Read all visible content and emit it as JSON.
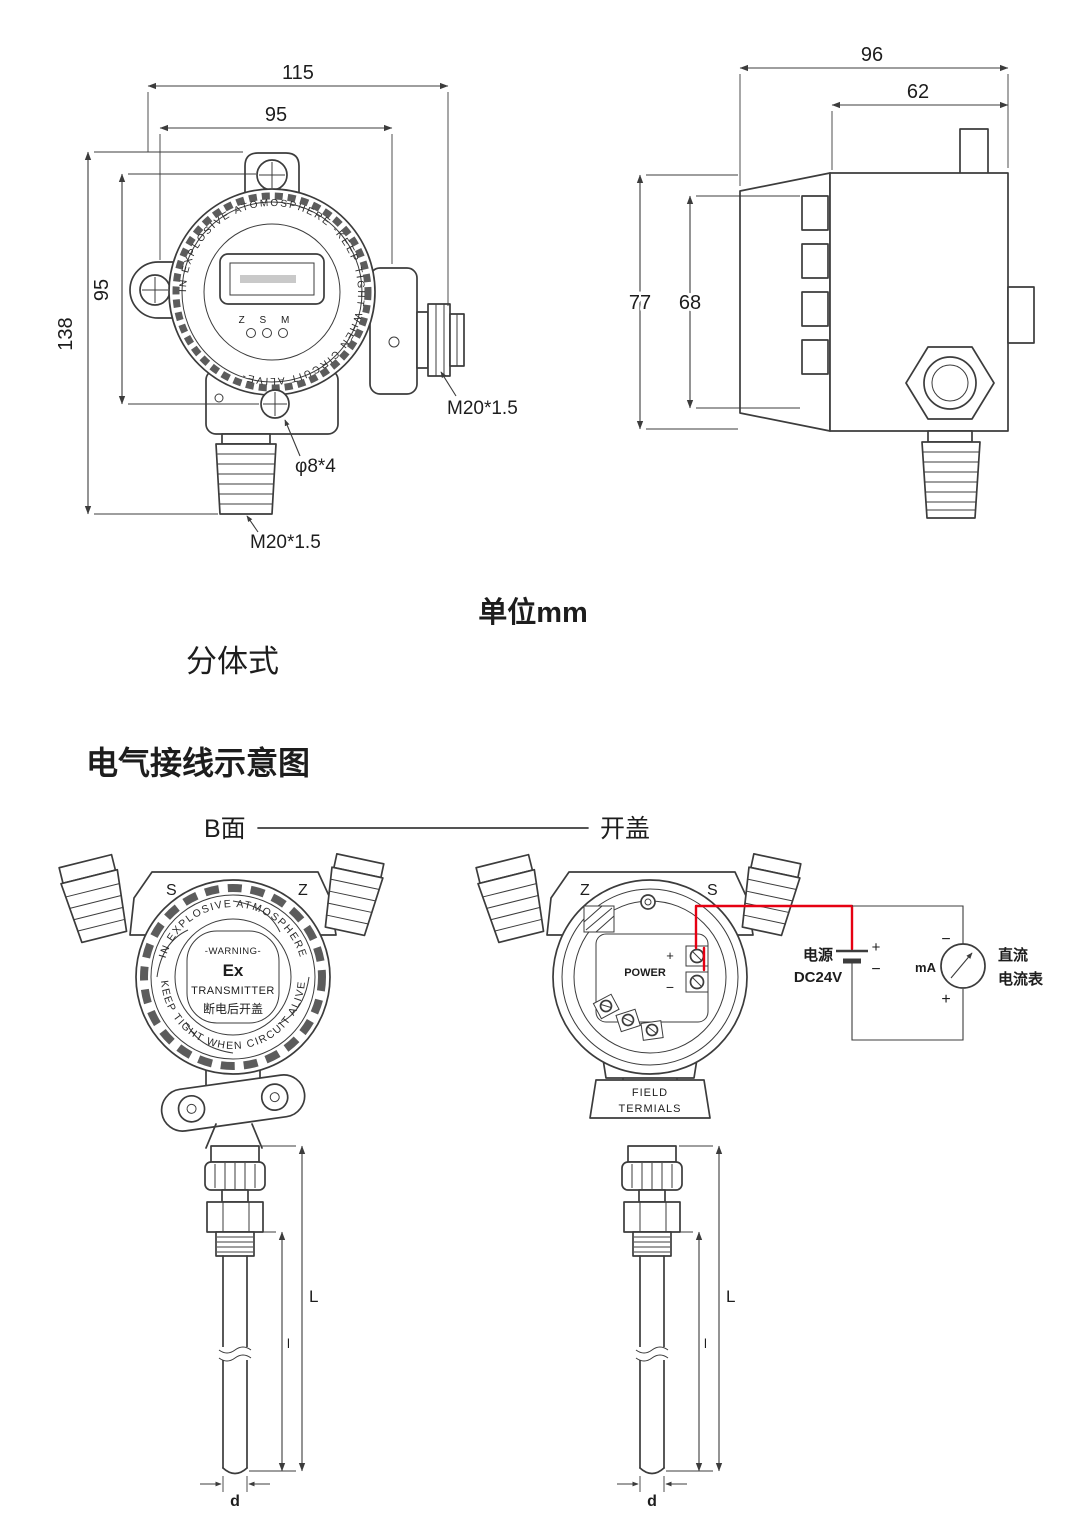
{
  "headings": {
    "unit": "单位mm",
    "split_type": "分体式",
    "wiring_title": "电气接线示意图",
    "b_side": "B面",
    "open_cover": "开盖"
  },
  "front_view": {
    "ring_text": "IN EXPLOSIVE ATOMOSPHERE -KEEP TIGHT WHEN CIRCUIT ALIVE-",
    "zsm": "Z S M",
    "dims": {
      "width_total": "115",
      "width_holes": "95",
      "height_total": "138",
      "height_holes": "95"
    },
    "labels": {
      "gland_side": "M20*1.5",
      "holes": "φ8*4",
      "gland_bottom": "M20*1.5"
    }
  },
  "side_view": {
    "dims": {
      "depth_total": "96",
      "depth_inner": "62",
      "height_outer": "77",
      "height_inner": "68"
    }
  },
  "device_closed": {
    "corner_left": "S",
    "corner_right": "Z",
    "ring_top": "IN EXPLOSIVE ATMOSPHERE",
    "ring_bottom": "KEEP TIGHT WHEN CIRCUIT ALIVE",
    "warning": "-WARNING-",
    "ex": "Ex",
    "transmitter": "TRANSMITTER",
    "open_note": "断电后开盖",
    "dim_L": "L",
    "dim_l": "l",
    "dim_d": "d"
  },
  "device_open": {
    "corner_left": "Z",
    "corner_right": "S",
    "power": "POWER",
    "terminal_plus": "+",
    "terminal_minus": "−",
    "field_line1": "FIELD",
    "field_line2": "TERMIALS",
    "dim_L": "L",
    "dim_l": "l",
    "dim_d": "d"
  },
  "circuit": {
    "supply_name": "电源",
    "supply_voltage": "DC24V",
    "battery_plus": "+",
    "battery_minus": "−",
    "meter_minus": "−",
    "meter_plus": "+",
    "meter_unit": "mA",
    "meter_name_line1": "直流",
    "meter_name_line2": "电流表"
  },
  "colors": {
    "line": "#3c3c3c",
    "wire_red": "#e60012"
  }
}
